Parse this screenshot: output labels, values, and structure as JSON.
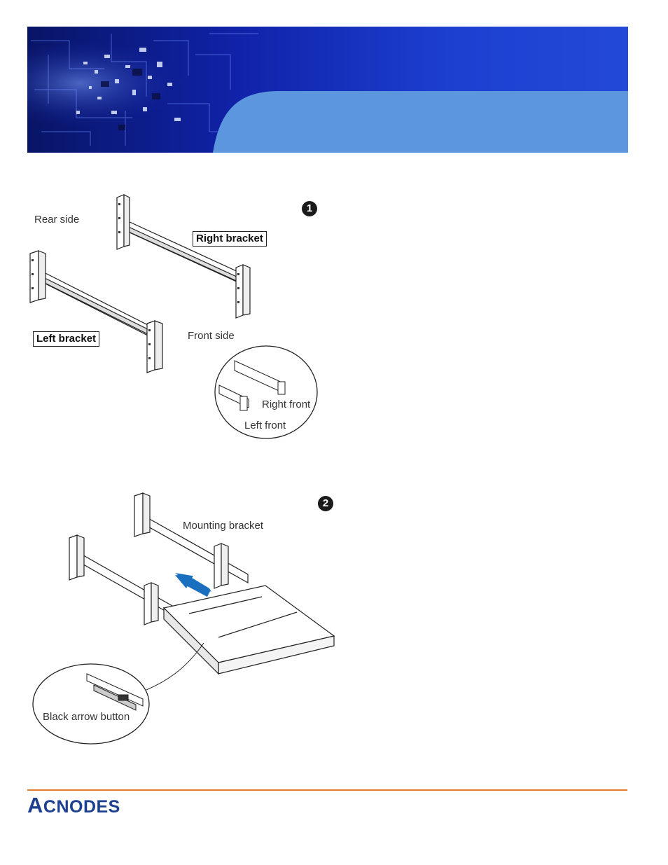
{
  "figure1": {
    "step": "1",
    "labels": {
      "rear_side": "Rear side",
      "right_bracket": "Right bracket",
      "left_bracket": "Left bracket",
      "front_side": "Front side",
      "right_front": "Right front",
      "left_front": "Left front"
    }
  },
  "figure2": {
    "step": "2",
    "labels": {
      "mounting_bracket": "Mounting bracket",
      "black_arrow_button": "Black arrow button"
    }
  },
  "footer": {
    "logo_first": "A",
    "logo_rest": "CNODES"
  },
  "colors": {
    "banner_dark": "#0a1a7a",
    "banner_blue": "#1e3fc7",
    "banner_light": "#5b96de",
    "accent_orange": "#e07a2e",
    "logo_blue": "#1d3f8f",
    "arrow_blue": "#1a6fbf"
  }
}
